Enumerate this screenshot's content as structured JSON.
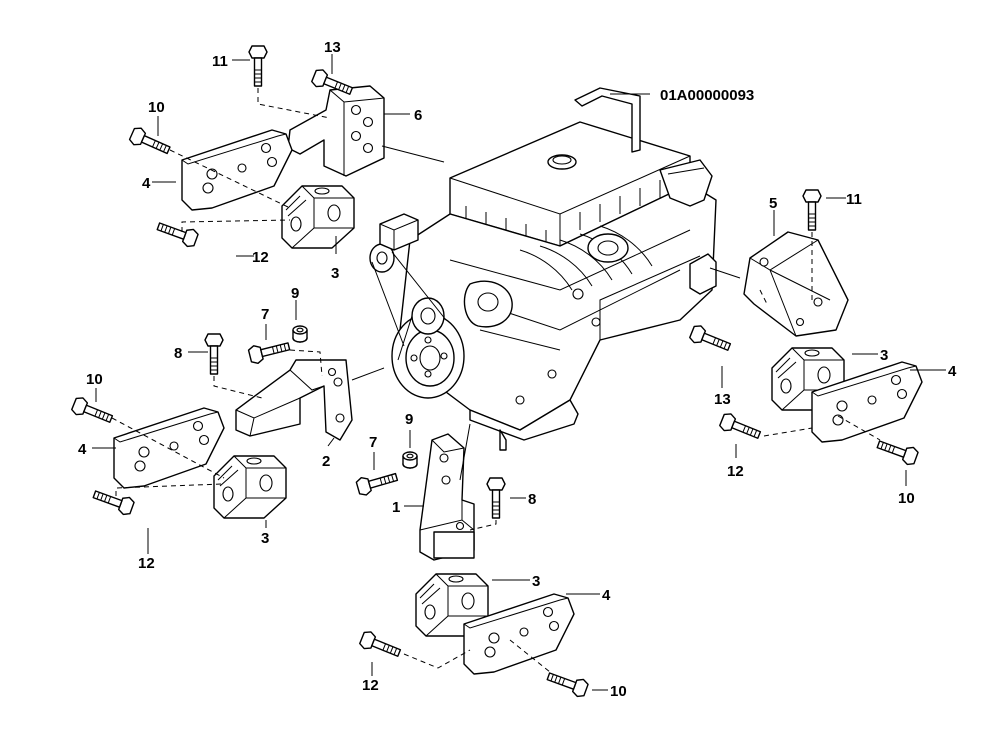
{
  "drawing_code": "01A00000093",
  "callouts": [
    "1",
    "2",
    "3",
    "4",
    "5",
    "6",
    "7",
    "8",
    "9",
    "10",
    "11",
    "12",
    "13"
  ],
  "icons": {
    "engine": "engine-illustration",
    "bracket": "mounting-bracket",
    "mount": "rubber-engine-mount",
    "bolt": "hex-bolt",
    "spacer": "spacer-bushing"
  }
}
